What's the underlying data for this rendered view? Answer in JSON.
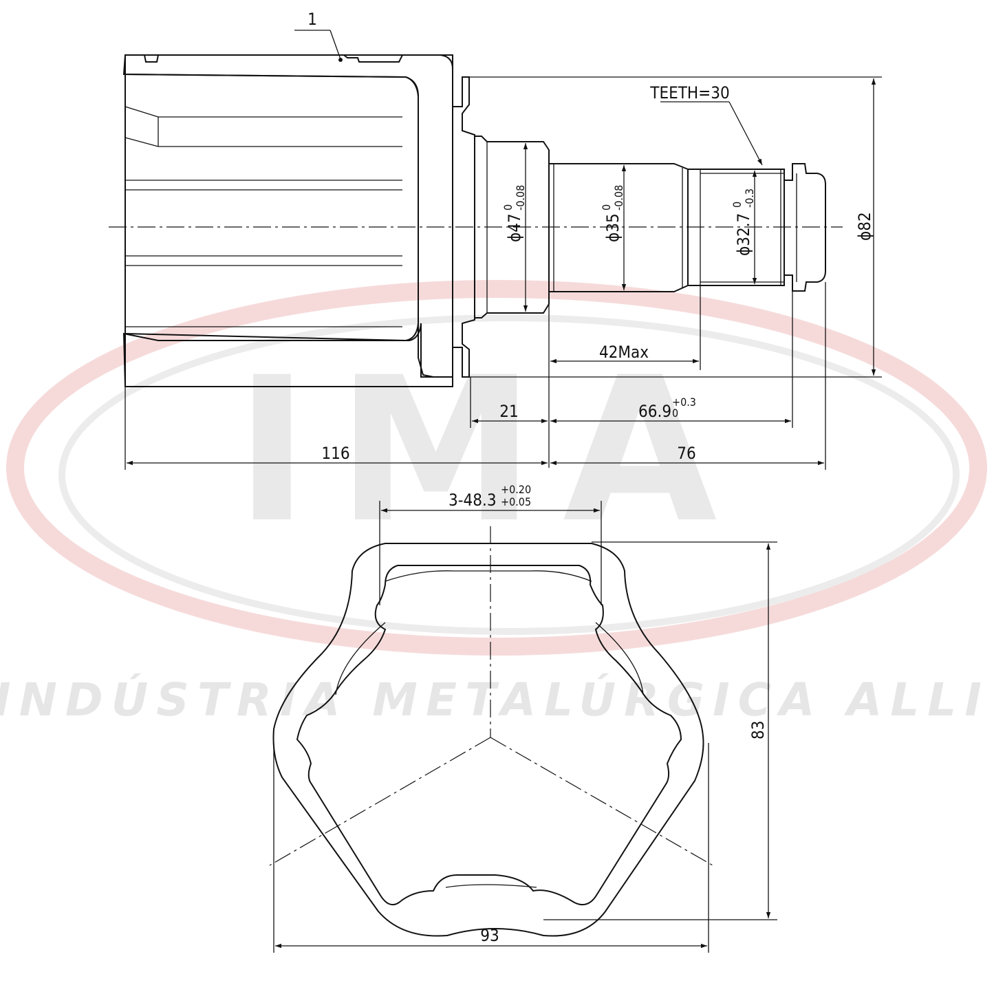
{
  "watermark": {
    "logo_text": "IMA",
    "company": "INDÚSTRIA METALÚRGICA ALLI",
    "colors": {
      "ellipse": "#f3c7c9",
      "ellipse_inner": "#e2e2e2",
      "letters": "#e5e5e5",
      "company": "#e6e6e6"
    }
  },
  "side_view": {
    "part_label": "1",
    "teeth": "TEETH=30",
    "diameters": [
      {
        "symbol": "ϕ",
        "value": "47",
        "upper": "0",
        "lower": "-0.08"
      },
      {
        "symbol": "ϕ",
        "value": "35",
        "upper": "0",
        "lower": "-0.08"
      },
      {
        "symbol": "ϕ",
        "value": "32.7",
        "upper": "0",
        "lower": "-0.3"
      },
      {
        "symbol": "ϕ",
        "value": "82",
        "upper": "",
        "lower": ""
      }
    ],
    "dim_42max": "42Max",
    "dim_21": "21",
    "dim_66": {
      "value": "66.9",
      "upper": "+0.3",
      "lower": "0"
    },
    "dim_116": "116",
    "dim_76": "76"
  },
  "end_view": {
    "dim_bore": {
      "value": "3-48.3",
      "upper": "+0.20",
      "lower": "+0.05"
    },
    "dim_height": "83",
    "dim_width": "93"
  },
  "colors": {
    "line": "#111111",
    "background": "#ffffff"
  }
}
